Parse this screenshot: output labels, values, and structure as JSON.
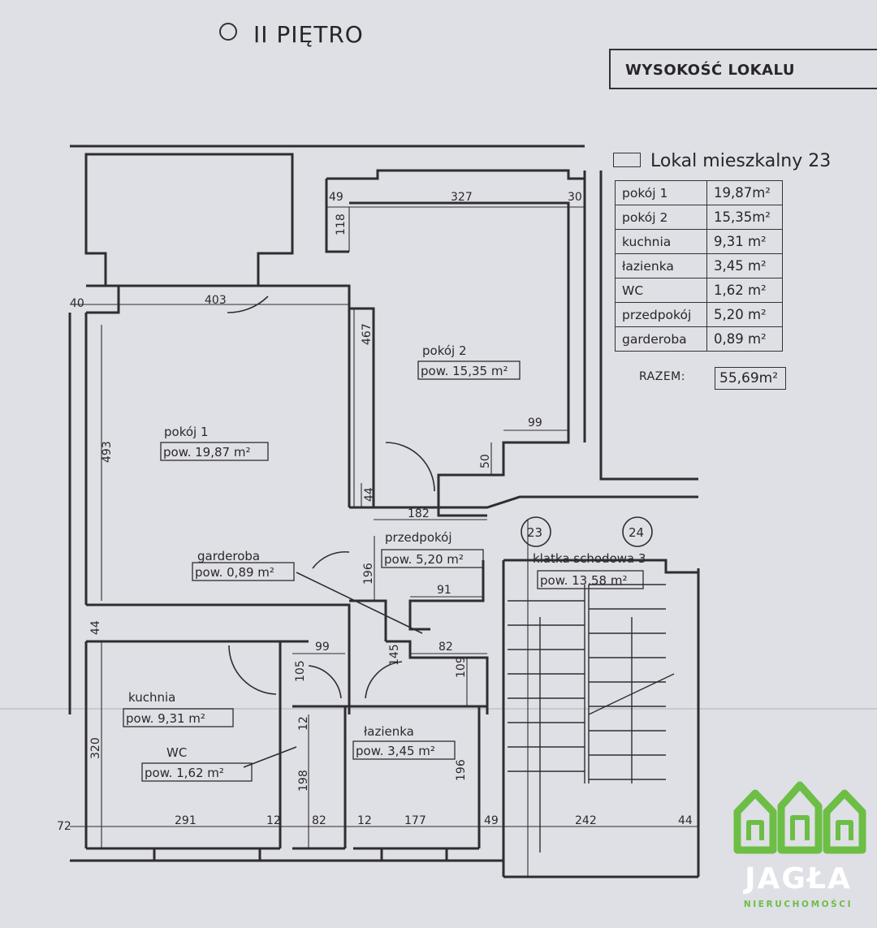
{
  "header": {
    "floor_title": "II PIĘTRO",
    "height_box_label": "WYSOKOŚĆ LOKALU"
  },
  "legend": {
    "title": "Lokal mieszkalny 23",
    "rows": [
      {
        "name": "pokój 1",
        "area": "19,87m²"
      },
      {
        "name": "pokój 2",
        "area": "15,35m²"
      },
      {
        "name": "kuchnia",
        "area": "9,31 m²"
      },
      {
        "name": "łazienka",
        "area": "3,45 m²"
      },
      {
        "name": "WC",
        "area": "1,62 m²"
      },
      {
        "name": "przedpokój",
        "area": "5,20 m²"
      },
      {
        "name": "garderoba",
        "area": "0,89 m²"
      }
    ],
    "total_label": "RAZEM:",
    "total_value": "55,69m²"
  },
  "rooms": {
    "pokoj1": {
      "name": "pokój 1",
      "area": "pow. 19,87 m²"
    },
    "pokoj2": {
      "name": "pokój 2",
      "area": "pow. 15,35 m²"
    },
    "garderoba": {
      "name": "garderoba",
      "area": "pow. 0,89 m²"
    },
    "przedpokoj": {
      "name": "przedpokój",
      "area": "pow. 5,20 m²"
    },
    "kuchnia": {
      "name": "kuchnia",
      "area": "pow. 9,31 m²"
    },
    "wc": {
      "name": "WC",
      "area": "pow. 1,62 m²"
    },
    "lazienka": {
      "name": "łazienka",
      "area": "pow. 3,45 m²"
    },
    "klatka": {
      "name": "klatka schodowa 3",
      "area": "pow. 13,58 m²"
    }
  },
  "unit_markers": [
    "23",
    "24"
  ],
  "dimensions": {
    "d49": "49",
    "d327": "327",
    "d30": "30",
    "d118": "118",
    "d40": "40",
    "d403": "403",
    "d467": "467",
    "d493": "493",
    "d99a": "99",
    "d50": "50",
    "d44a": "44",
    "d182": "182",
    "d196a": "196",
    "d91": "91",
    "d82a": "82",
    "d99b": "99",
    "d105": "105",
    "d145": "145",
    "d109": "109",
    "d44b": "44",
    "d320": "320",
    "d12a": "12",
    "d198": "198",
    "d196b": "196",
    "d72": "72",
    "d291": "291",
    "d12b": "12",
    "d82b": "82",
    "d12c": "12",
    "d177": "177",
    "d49b": "49",
    "d242": "242",
    "d44c": "44"
  },
  "brand": {
    "name": "JAGŁA",
    "subtitle": "NIERUCHOMOŚCI",
    "color": "#6cbe45"
  }
}
